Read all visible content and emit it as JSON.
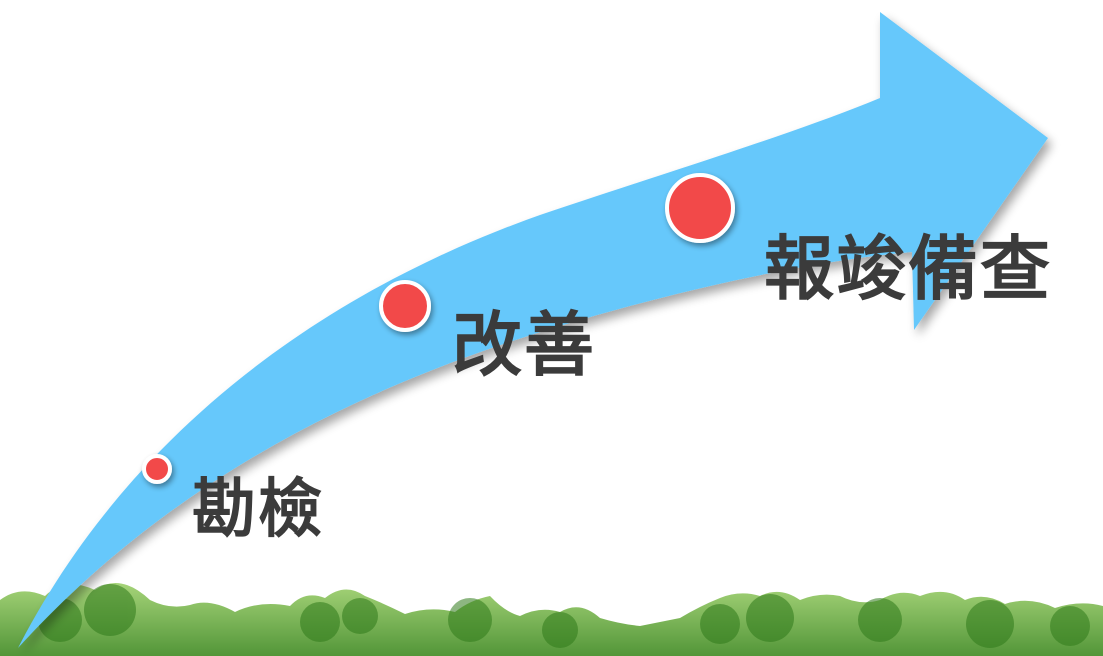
{
  "steps": [
    {
      "label": "勘檢"
    },
    {
      "label": "改善"
    },
    {
      "label": "報竣備查"
    }
  ],
  "colors": {
    "arrow": "#66c8fb",
    "dot": "#f24a4a",
    "dot_border": "#ffffff",
    "text": "#3b3b3b",
    "foliage": "#4f9a2c",
    "background": "#ffffff"
  },
  "icons": {
    "arrow": "curved-arrow-icon",
    "dot": "milestone-dot-icon"
  }
}
